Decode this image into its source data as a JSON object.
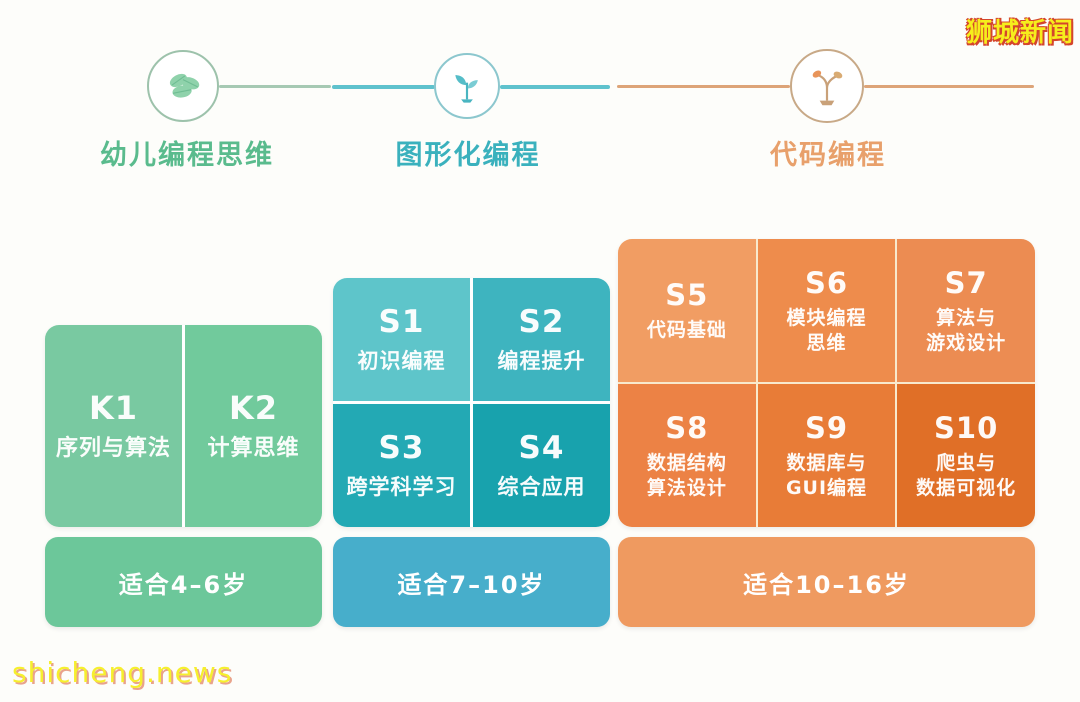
{
  "watermarks": {
    "top_right": "狮城新闻",
    "bottom_left": "shicheng.news"
  },
  "timeline": {
    "stages": [
      {
        "label": "幼儿编程思维",
        "accent": "#5abb8d",
        "icon": "seeds-icon"
      },
      {
        "label": "图形化编程",
        "accent": "#3ab1bd",
        "icon": "sprout-icon"
      },
      {
        "label": "代码编程",
        "accent": "#e8a06b",
        "icon": "sapling-icon"
      }
    ]
  },
  "tracks": [
    {
      "stage": "幼儿编程思维",
      "age_label": "适合4–6岁",
      "age_bg": "#6cc79a",
      "tiles": [
        {
          "code": "K1",
          "name": "序列与算法",
          "bg": "#79c9a1"
        },
        {
          "code": "K2",
          "name": "计算思维",
          "bg": "#71ca9c"
        }
      ]
    },
    {
      "stage": "图形化编程",
      "age_label": "适合7–10岁",
      "age_bg": "#47aecb",
      "tiles": [
        {
          "code": "S1",
          "name": "初识编程",
          "bg": "#5ec5ca"
        },
        {
          "code": "S2",
          "name": "编程提升",
          "bg": "#3eb4bf"
        },
        {
          "code": "S3",
          "name": "跨学科学习",
          "bg": "#23a9b4"
        },
        {
          "code": "S4",
          "name": "综合应用",
          "bg": "#18a2ad"
        }
      ]
    },
    {
      "stage": "代码编程",
      "age_label": "适合10–16岁",
      "age_bg": "#ef9a60",
      "tiles": [
        {
          "code": "S5",
          "name": "代码基础",
          "bg": "#f19d63"
        },
        {
          "code": "S6",
          "name": "模块编程\n思维",
          "bg": "#ee8c4c"
        },
        {
          "code": "S7",
          "name": "算法与\n游戏设计",
          "bg": "#ec8c52"
        },
        {
          "code": "S8",
          "name": "数据结构\n算法设计",
          "bg": "#ec8245"
        },
        {
          "code": "S9",
          "name": "数据库与\nGUI编程",
          "bg": "#e87c37"
        },
        {
          "code": "S10",
          "name": "爬虫与\n数据可视化",
          "bg": "#e06f27"
        }
      ]
    }
  ]
}
